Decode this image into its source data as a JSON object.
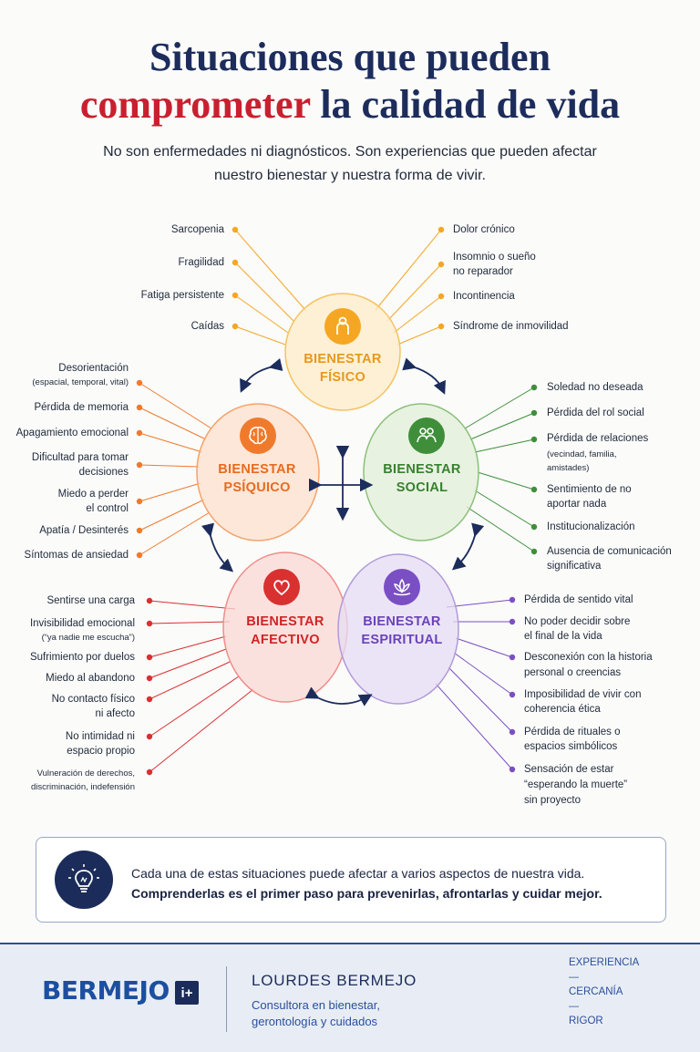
{
  "header": {
    "title_line1": "Situaciones que pueden",
    "title_accent": "comprometer",
    "title_line2_rest": " la calidad de vida",
    "subtitle_line1": "No son enfermedades ni diagnósticos. Son experiencias que pueden afectar",
    "subtitle_line2": "nuestro bienestar y nuestra forma de vivir."
  },
  "colors": {
    "fisico": "#f5a623",
    "psiquico": "#f07a2c",
    "social": "#3f8f3a",
    "afectivo": "#d93030",
    "espiritual": "#7a4fc4",
    "navy": "#1c2c5b"
  },
  "dimensions": {
    "fisico": {
      "name_line1": "BIENESTAR",
      "name_line2": "FÍSICO",
      "icon": "person-icon",
      "items": [
        "Sarcopenia",
        "Fragilidad",
        "Fatiga persistente",
        "Caídas",
        "Dolor crónico",
        "Insomnio o sueño",
        "no reparador",
        "Incontinencia",
        "Síndrome de inmovilidad"
      ]
    },
    "psiquico": {
      "name_line1": "BIENESTAR",
      "name_line2": "PSÍQUICO",
      "icon": "brain-icon",
      "items": [
        "Desorientación",
        "(espacial, temporal, vital)",
        "Pérdida de memoria",
        "Apagamiento emocional",
        "Dificultad para tomar",
        "decisiones",
        "Miedo a perder",
        "el control",
        "Apatía / Desinterés",
        "Síntomas de ansiedad"
      ]
    },
    "social": {
      "name_line1": "BIENESTAR",
      "name_line2": "SOCIAL",
      "icon": "people-icon",
      "items": [
        "Soledad no deseada",
        "Pérdida del rol social",
        "Pérdida de relaciones",
        "(vecindad, familia,",
        "amistades)",
        "Sentimiento de no",
        "aportar nada",
        "Institucionalización",
        "Ausencia de comunicación",
        "significativa"
      ]
    },
    "afectivo": {
      "name_line1": "BIENESTAR",
      "name_line2": "AFECTIVO",
      "icon": "heart-icon",
      "items": [
        "Sentirse una carga",
        "Invisibilidad emocional",
        "(“ya nadie me escucha”)",
        "Sufrimiento por duelos",
        "Miedo al abandono",
        "No contacto físico",
        "ni afecto",
        "No intimidad ni",
        "espacio propio",
        "Vulneración de derechos,",
        "discriminación, indefensión"
      ]
    },
    "espiritual": {
      "name_line1": "BIENESTAR",
      "name_line2": "ESPIRITUAL",
      "icon": "lotus-icon",
      "items": [
        "Pérdida de sentido vital",
        "No poder decidir sobre",
        "el final de la vida",
        "Desconexión con la historia",
        "personal o creencias",
        "Imposibilidad de vivir con",
        "coherencia ética",
        "Pérdida de rituales o",
        "espacios simbólicos",
        "Sensación de estar",
        "“esperando la muerte”",
        "sin proyecto"
      ]
    }
  },
  "info": {
    "line1": "Cada una de estas situaciones puede afectar a varios aspectos de nuestra vida.",
    "line2": "Comprenderlas es el primer paso para prevenirlas, afrontarlas y cuidar mejor."
  },
  "footer": {
    "logo": "BERMEJO",
    "logo_mark": "i+",
    "name": "LOURDES BERMEJO",
    "role_line1": "Consultora en bienestar,",
    "role_line2": "gerontología y cuidados",
    "values": [
      "EXPERIENCIA",
      "CERCANÍA",
      "RIGOR"
    ]
  }
}
